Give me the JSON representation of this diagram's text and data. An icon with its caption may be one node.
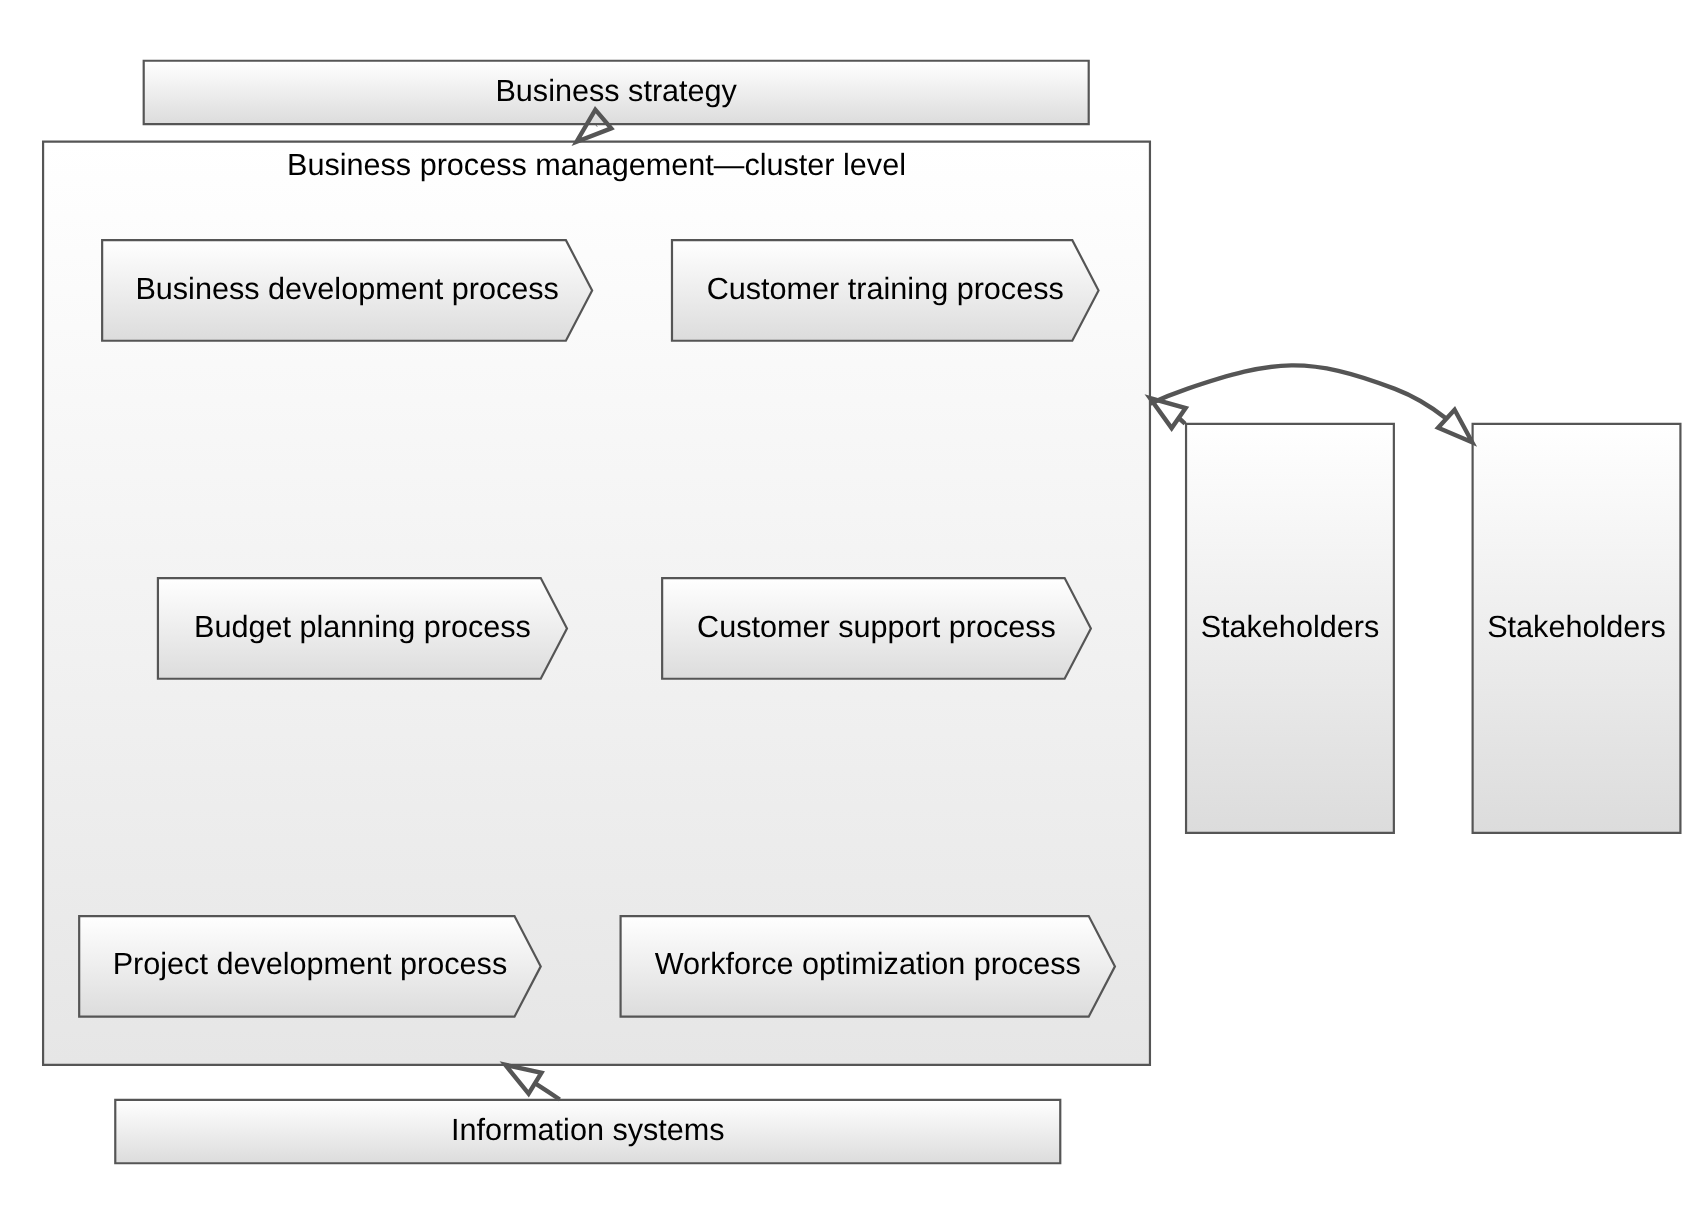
{
  "diagram": {
    "nodes": [
      {
        "text": [
          "Business strategy"
        ]
      },
      {
        "text": [
          "Stakeholders"
        ]
      },
      {
        "text": [
          "Business process management—cluster level"
        ]
      },
      {
        "text": [
          "Business development process"
        ],
        "in": 2
      },
      {
        "text": [
          "Customer training process"
        ],
        "in": 2
      },
      {
        "text": [
          "Budget planning process"
        ],
        "in": 2
      },
      {
        "text": [
          "Customer support process"
        ],
        "in": 2
      },
      {
        "text": [
          "Project development process"
        ],
        "in": 2
      },
      {
        "text": [
          "Workforce optimization process"
        ],
        "in": 2
      },
      {
        "text": [
          "Stakeholders"
        ]
      },
      {
        "text": [
          "Information systems"
        ]
      }
    ],
    "edges": [
      {
        "from": 0,
        "to": 2,
        "arrow": "to"
      },
      {
        "from": 1,
        "to": 2,
        "arrow": "to"
      },
      {
        "from": 2,
        "to": 9,
        "arrow": "to"
      },
      {
        "from": 10,
        "to": 2,
        "arrow": "to"
      }
    ]
  }
}
